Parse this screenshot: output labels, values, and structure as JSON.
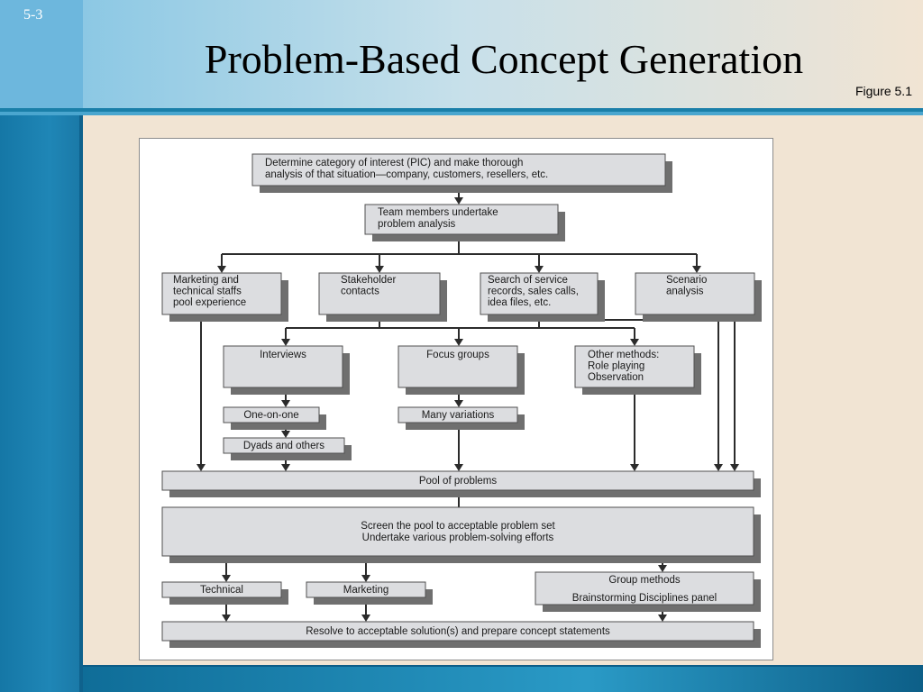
{
  "slide": {
    "number": "5-3",
    "title": "Problem-Based Concept Generation",
    "figure_caption": "Figure 5.1"
  },
  "colors": {
    "box_fill": "#dcdde0",
    "box_stroke": "#505050",
    "box_shadow": "#6f6f6f",
    "arrow": "#2b2b2b",
    "slide_background": "#f1e4d3",
    "header_band": "#1a7fa9",
    "left_sidebar": "#1b7fae"
  },
  "diagram": {
    "determine": {
      "lines": [
        "Determine category of interest (PIC) and make thorough",
        "analysis of that situation—company, customers, resellers, etc."
      ]
    },
    "team": {
      "lines": [
        "Team members undertake",
        "problem analysis"
      ]
    },
    "marketing_staff": {
      "lines": [
        "Marketing and",
        "technical staffs",
        "pool experience"
      ]
    },
    "stakeholder": {
      "lines": [
        "Stakeholder",
        "contacts"
      ]
    },
    "search": {
      "lines": [
        "Search of service",
        "records, sales calls,",
        "idea files, etc."
      ]
    },
    "scenario": {
      "lines": [
        "Scenario",
        "analysis"
      ]
    },
    "interviews": {
      "lines": [
        "Interviews"
      ]
    },
    "focus_groups": {
      "lines": [
        "Focus groups"
      ]
    },
    "other_methods": {
      "lines": [
        "Other methods:",
        "Role playing",
        "Observation"
      ]
    },
    "one_on_one": {
      "lines": [
        "One-on-one"
      ]
    },
    "many_variations": {
      "lines": [
        "Many variations"
      ]
    },
    "dyads": {
      "lines": [
        "Dyads and others"
      ]
    },
    "pool": {
      "lines": [
        "Pool of problems"
      ]
    },
    "screen": {
      "lines": [
        "Screen the pool to acceptable problem set",
        "Undertake various problem-solving efforts"
      ]
    },
    "technical": {
      "lines": [
        "Technical"
      ]
    },
    "marketing": {
      "lines": [
        "Marketing"
      ]
    },
    "group_methods": {
      "lines": [
        "Group methods",
        "Brainstorming   Disciplines panel"
      ]
    },
    "resolve": {
      "lines": [
        "Resolve to acceptable solution(s) and prepare concept statements"
      ]
    }
  }
}
